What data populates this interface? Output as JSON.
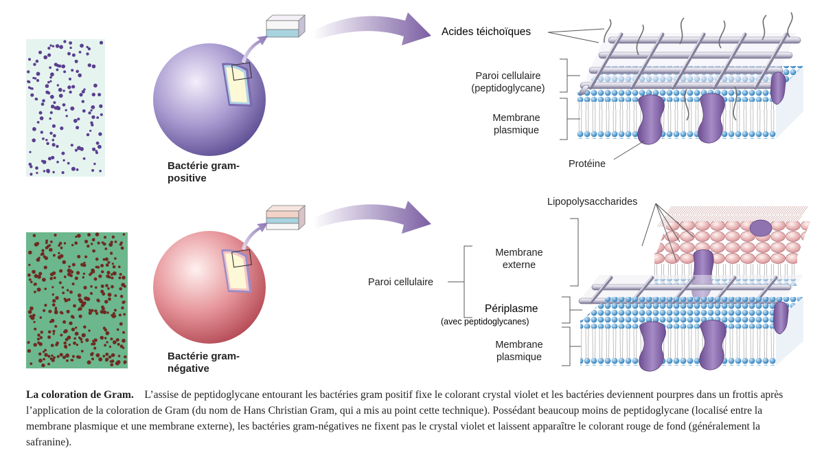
{
  "gram_positive": {
    "bacterium_label": [
      "Bactérie gram-",
      "positive"
    ],
    "teichoic_acids": "Acides téichoïques",
    "cell_wall": [
      "Paroi cellulaire",
      "(peptidoglycane)"
    ],
    "plasma_membrane": [
      "Membrane",
      "plasmique"
    ],
    "protein": "Protéine"
  },
  "gram_negative": {
    "bacterium_label": [
      "Bactérie gram-",
      "négative"
    ],
    "lipopolysaccharides": "Lipopolysaccharides",
    "outer_membrane": [
      "Membrane",
      "externe"
    ],
    "cell_wall": "Paroi cellulaire",
    "periplasm": "Périplasme",
    "periplasm_note": "(avec peptidoglycanes)",
    "plasma_membrane": [
      "Membrane",
      "plasmique"
    ]
  },
  "caption": {
    "title": "La coloration de Gram.",
    "text": "L’assise de peptidoglycane entourant les bactéries gram positif fixe le colorant crystal violet et les bactéries deviennent pourpres dans un frottis après l’application de la coloration de Gram (du nom de Hans Christian Gram, qui a mis au point cette technique). Possédant beaucoup moins de peptidoglycane (localisé entre la membrane plasmique et une membrane externe), les bactéries gram-négatives ne fixent pas le crystal violet et laissent apparaître le colorant rouge de fond (généralement la safranine)."
  },
  "colors": {
    "gram_positive_stain": "#5a3f8f",
    "gram_negative_stain": "#6e2a22",
    "gram_negative_background": "#6cb78d",
    "lipid_head": "#3d8fc9",
    "protein": "#8a6aa8"
  }
}
